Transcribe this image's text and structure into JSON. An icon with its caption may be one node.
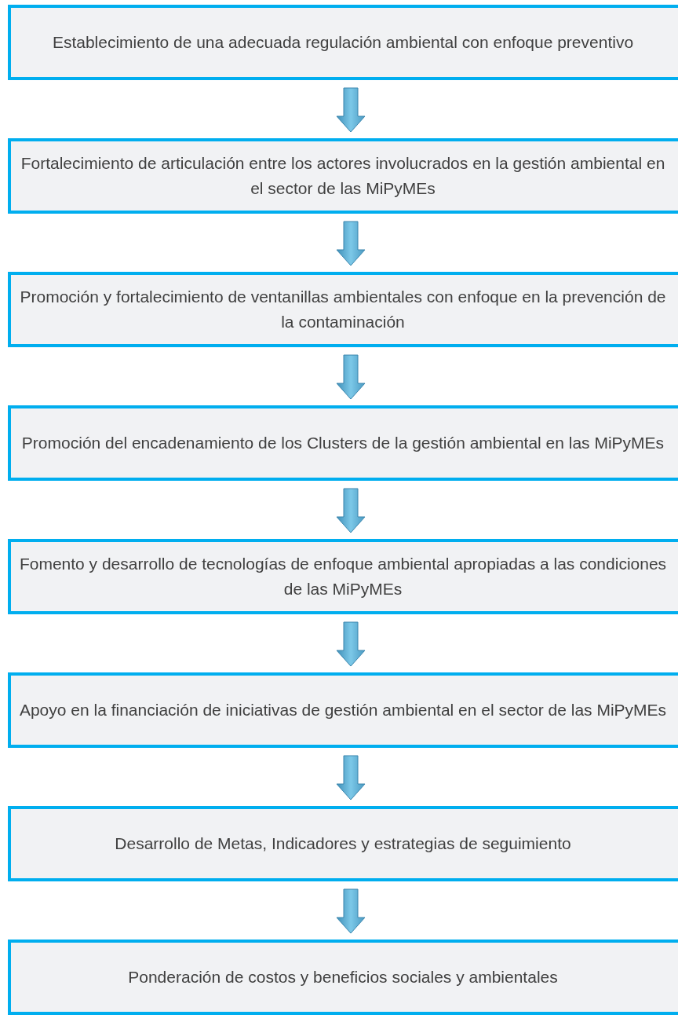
{
  "diagram": {
    "nodes": [
      {
        "text": [
          "Establecimiento de una adecuada regulación ambiental con enfoque preventivo"
        ]
      },
      {
        "text": [
          "Fortalecimiento de articulación entre los actores involucrados en la gestión ambiental en el sector de las MiPyMEs"
        ]
      },
      {
        "text": [
          "Promoción y fortalecimiento de ventanillas ambientales con enfoque en la prevención de la contaminación"
        ]
      },
      {
        "text": [
          "Promoción del encadenamiento de los Clusters de la gestión ambiental en las MiPyMEs"
        ]
      },
      {
        "text": [
          "Fomento y desarrollo de tecnologías de enfoque ambiental apropiadas a las condiciones de las MiPyMEs"
        ]
      },
      {
        "text": [
          "Apoyo en la financiación de iniciativas de gestión ambiental en el sector de las MiPyMEs"
        ]
      },
      {
        "text": [
          "Desarrollo de Metas, Indicadores y estrategias de seguimiento"
        ]
      },
      {
        "text": [
          "Ponderación de costos y beneficios sociales y ambientales"
        ]
      }
    ],
    "edges": [
      {
        "from": 0,
        "to": 1,
        "arrow": "to"
      },
      {
        "from": 1,
        "to": 2,
        "arrow": "to"
      },
      {
        "from": 2,
        "to": 3,
        "arrow": "to"
      },
      {
        "from": 3,
        "to": 4,
        "arrow": "to"
      },
      {
        "from": 4,
        "to": 5,
        "arrow": "to"
      },
      {
        "from": 5,
        "to": 6,
        "arrow": "to"
      },
      {
        "from": 6,
        "to": 7,
        "arrow": "to"
      }
    ]
  }
}
